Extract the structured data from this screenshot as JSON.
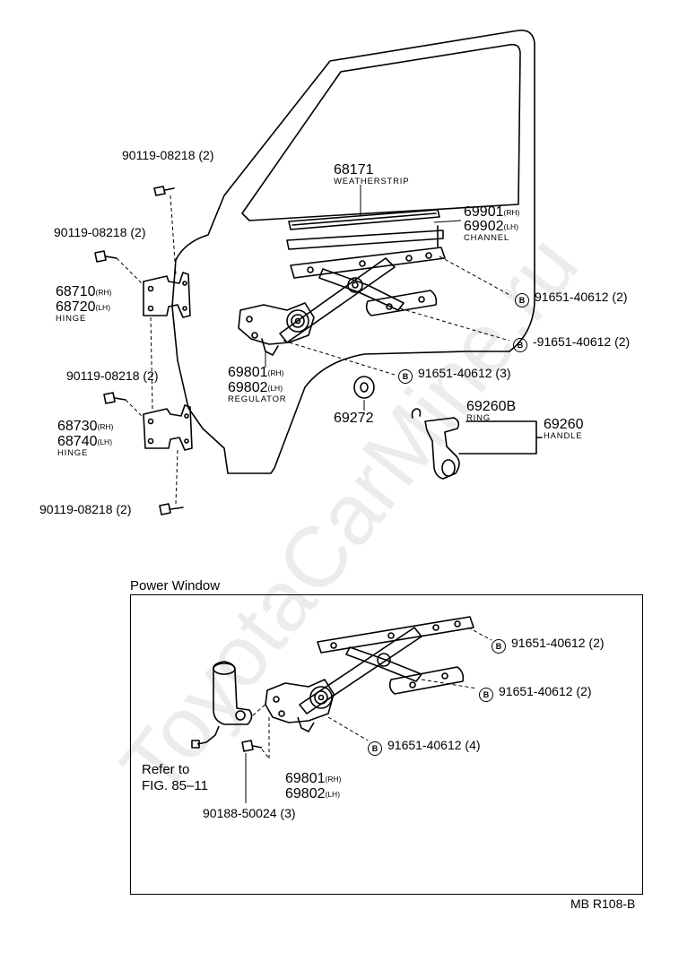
{
  "watermark": "ToyotaCarMine.ru",
  "labels": {
    "bolt_top": "90119-08218 (2)",
    "bolt_upper_left": "90119-08218 (2)",
    "hinge_upper_rh": "68710",
    "hinge_upper_lh": "68720",
    "hinge_upper_name": "HINGE",
    "bolt_mid": "90119-08218 (2)",
    "hinge_lower_rh": "68730",
    "hinge_lower_lh": "68740",
    "hinge_lower_name": "HINGE",
    "bolt_bottom": "90119-08218 (2)",
    "weatherstrip_no": "68171",
    "weatherstrip_name": "WEATHERSTRIP",
    "channel_rh": "69901",
    "channel_lh": "69902",
    "channel_name": "CHANNEL",
    "screw_b1": "91651-40612 (2)",
    "screw_b2": "-91651-40612 (2)",
    "screw_b3": "91651-40612 (3)",
    "regulator_rh": "69801",
    "regulator_lh": "69802",
    "regulator_name": "REGULATOR",
    "part_69272": "69272",
    "ring_no": "69260B",
    "ring_name": "RING",
    "handle_no": "69260",
    "handle_name": "HANDLE",
    "rh": "(RH)",
    "lh": "(LH)",
    "b_marker": "B"
  },
  "power_window": {
    "title": "Power Window",
    "screw_p1": "91651-40612 (2)",
    "screw_p2": "91651-40612 (2)",
    "screw_p3": "91651-40612 (4)",
    "refer_line1": "Refer to",
    "refer_line2": "FIG. 85–11",
    "regulator_rh": "69801",
    "regulator_lh": "69802",
    "bolt": "90188-50024 (3)"
  },
  "figure_code": "MB R108-B"
}
